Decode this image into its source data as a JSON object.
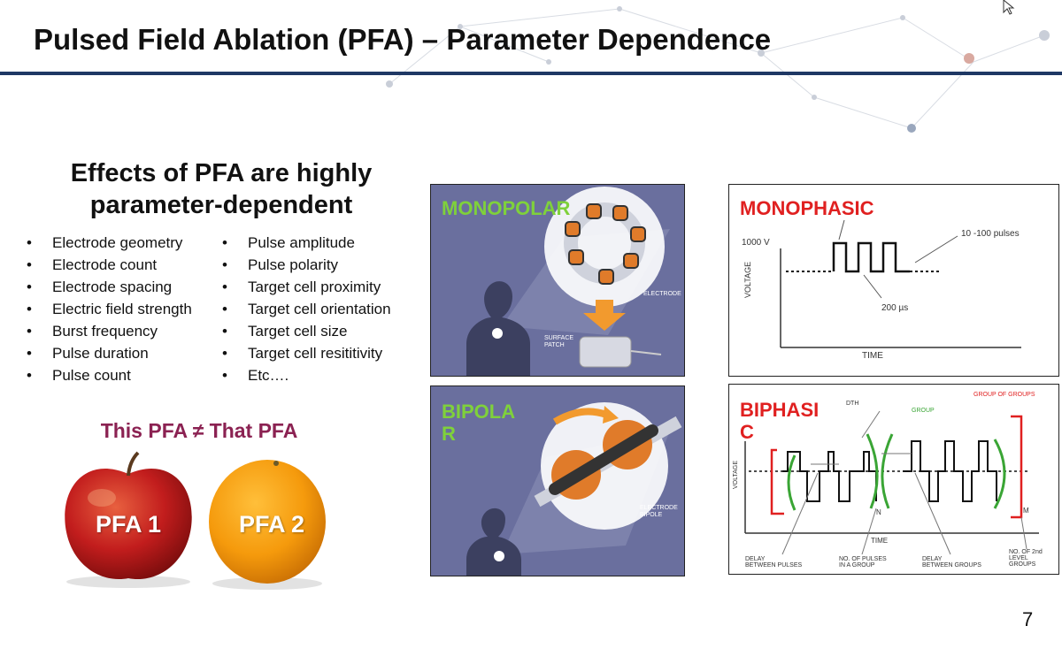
{
  "slide": {
    "title": "Pulsed Field Ablation (PFA) – Parameter Dependence",
    "page_number": "7"
  },
  "left": {
    "heading_line1": "Effects of PFA are highly",
    "heading_line2": "parameter-dependent",
    "col1": [
      "Electrode geometry",
      "Electrode count",
      "Electrode spacing",
      "Electric field strength",
      "Burst frequency",
      "Pulse duration",
      "Pulse count"
    ],
    "col2": [
      "Pulse amplitude",
      "Pulse polarity",
      "Target cell proximity",
      "Target cell orientation",
      "Target cell size",
      "Target cell resititivity",
      "Etc…."
    ],
    "comparison": "This PFA ≠ That PFA",
    "fruit1_label": "PFA 1",
    "fruit2_label": "PFA 2"
  },
  "panels": {
    "monopolar": {
      "label": "MONOPOLAR",
      "electrode": "ELECTRODE",
      "surface_patch_1": "SURFACE",
      "surface_patch_2": "PATCH"
    },
    "bipolar": {
      "label_1": "BIPOLA",
      "label_2": "R",
      "electrode_bipole_1": "ELECTRODE",
      "electrode_bipole_2": "BIPOLE"
    },
    "monophasic": {
      "label": "MONOPHASIC",
      "voltage": "1000 V",
      "pulses": "10 -100 pulses",
      "duration": "200 µs",
      "ylabel": "VOLTAGE",
      "xlabel": "TIME"
    },
    "biphasic": {
      "label_1": "BIPHASI",
      "label_2": "C",
      "dth": "DTH",
      "group": "GROUP",
      "group_of_groups": "GROUP OF GROUPS",
      "ylabel": "VOLTAGE",
      "xlabel": "TIME",
      "n": "N",
      "m": "M",
      "delay_pulses_1": "DELAY",
      "delay_pulses_2": "BETWEEN PULSES",
      "no_pulses_1": "NO. OF PULSES",
      "no_pulses_2": "IN A GROUP",
      "delay_groups_1": "DELAY",
      "delay_groups_2": "BETWEEN GROUPS",
      "no_groups_1": "NO. OF 2nd",
      "no_groups_2": "LEVEL",
      "no_groups_3": "GROUPS"
    }
  },
  "colors": {
    "title_rule": "#1f3864",
    "panel_bg": "#6a6f9e",
    "green_label": "#7fd13b",
    "red_label": "#e02020",
    "comparison": "#8b2252"
  }
}
